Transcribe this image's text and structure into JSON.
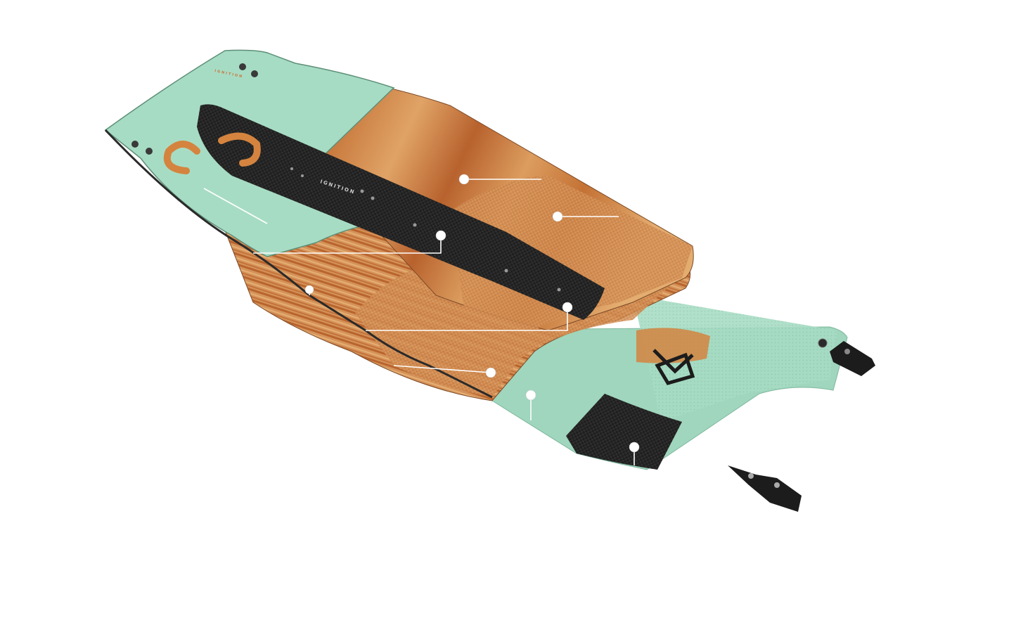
{
  "product": {
    "brand_text": "IGNITION",
    "top_sheet_text": "IGNITION",
    "graphic": "exploded-construction-view"
  },
  "colors": {
    "mint_top": "#a7dcc4",
    "mint_dark": "#8cc9ae",
    "wood_light": "#d99b5f",
    "wood_mid": "#c97a3e",
    "wood_dark": "#a9582a",
    "carbon": "#1c1c1c",
    "callout_line": "#ffffff",
    "logo_orange": "#d4843f"
  },
  "callouts": [
    {
      "id": "callout-1"
    },
    {
      "id": "callout-2"
    },
    {
      "id": "callout-3"
    },
    {
      "id": "callout-4"
    },
    {
      "id": "callout-5"
    },
    {
      "id": "callout-6"
    },
    {
      "id": "callout-7"
    },
    {
      "id": "callout-8"
    }
  ],
  "icons": [
    "fin-icon",
    "insert-icon",
    "logo-icon"
  ]
}
